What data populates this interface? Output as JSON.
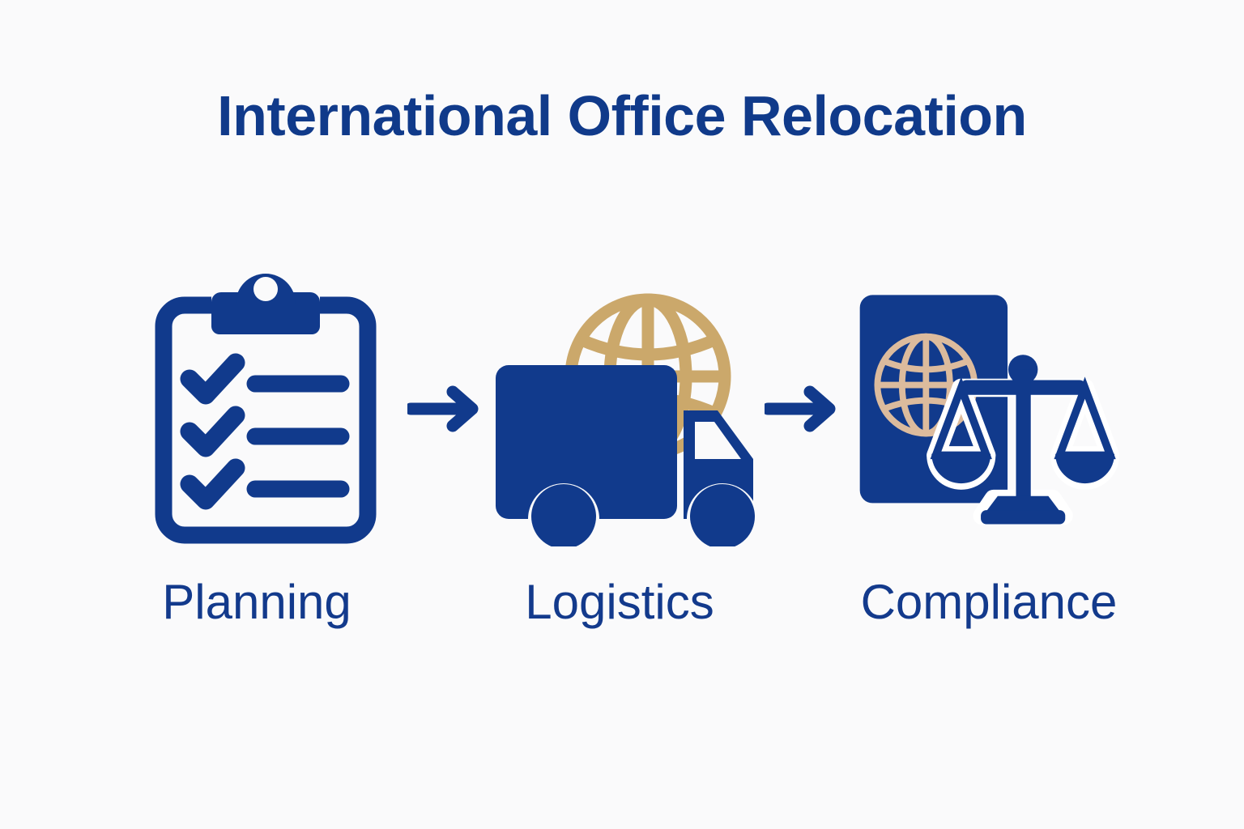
{
  "page": {
    "title": "International Office Relocation",
    "background_color": "#fafafb"
  },
  "colors": {
    "navy": "#113a8c",
    "navy_dark": "#0d3380",
    "gold": "#cba86b",
    "tan_light": "#dcbb9d",
    "white": "#ffffff"
  },
  "flow": {
    "steps": [
      {
        "label": "Planning",
        "icon": "clipboard-checklist-icon",
        "icon_items": 3
      },
      {
        "label": "Logistics",
        "icon": "delivery-truck-globe-icon"
      },
      {
        "label": "Compliance",
        "icon": "passport-scales-icon"
      }
    ],
    "connectors": [
      {
        "icon": "arrow-right-icon"
      },
      {
        "icon": "arrow-right-icon"
      }
    ]
  }
}
